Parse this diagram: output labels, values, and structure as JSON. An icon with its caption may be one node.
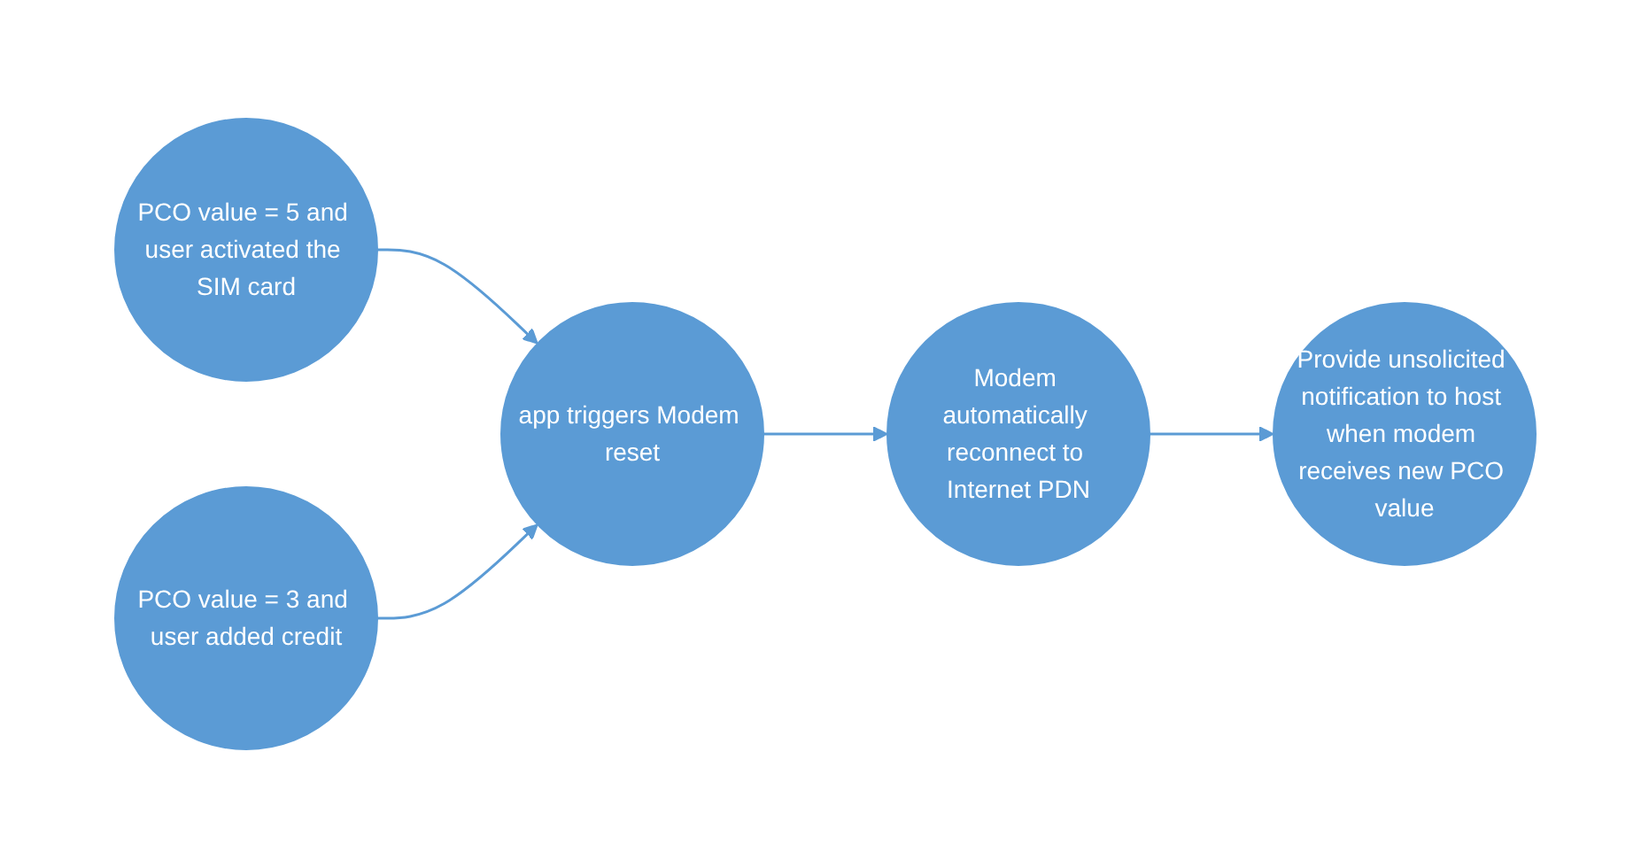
{
  "diagram": {
    "nodes": [
      {
        "text": [
          "PCO value = 5 and user activated the SIM card"
        ]
      },
      {
        "text": [
          "PCO value = 3 and user added credit"
        ]
      },
      {
        "text": [
          "app triggers Modem reset"
        ]
      },
      {
        "text": [
          "Modem automatically reconnect to Internet PDN"
        ]
      },
      {
        "text": [
          "Provide unsolicited notification to host when modem receives new PCO value"
        ]
      }
    ],
    "edges": [
      {
        "from": 0,
        "to": 2,
        "arrow": "to"
      },
      {
        "from": 1,
        "to": 2,
        "arrow": "to"
      },
      {
        "from": 2,
        "to": 3,
        "arrow": "to"
      },
      {
        "from": 3,
        "to": 4,
        "arrow": "to"
      }
    ]
  }
}
